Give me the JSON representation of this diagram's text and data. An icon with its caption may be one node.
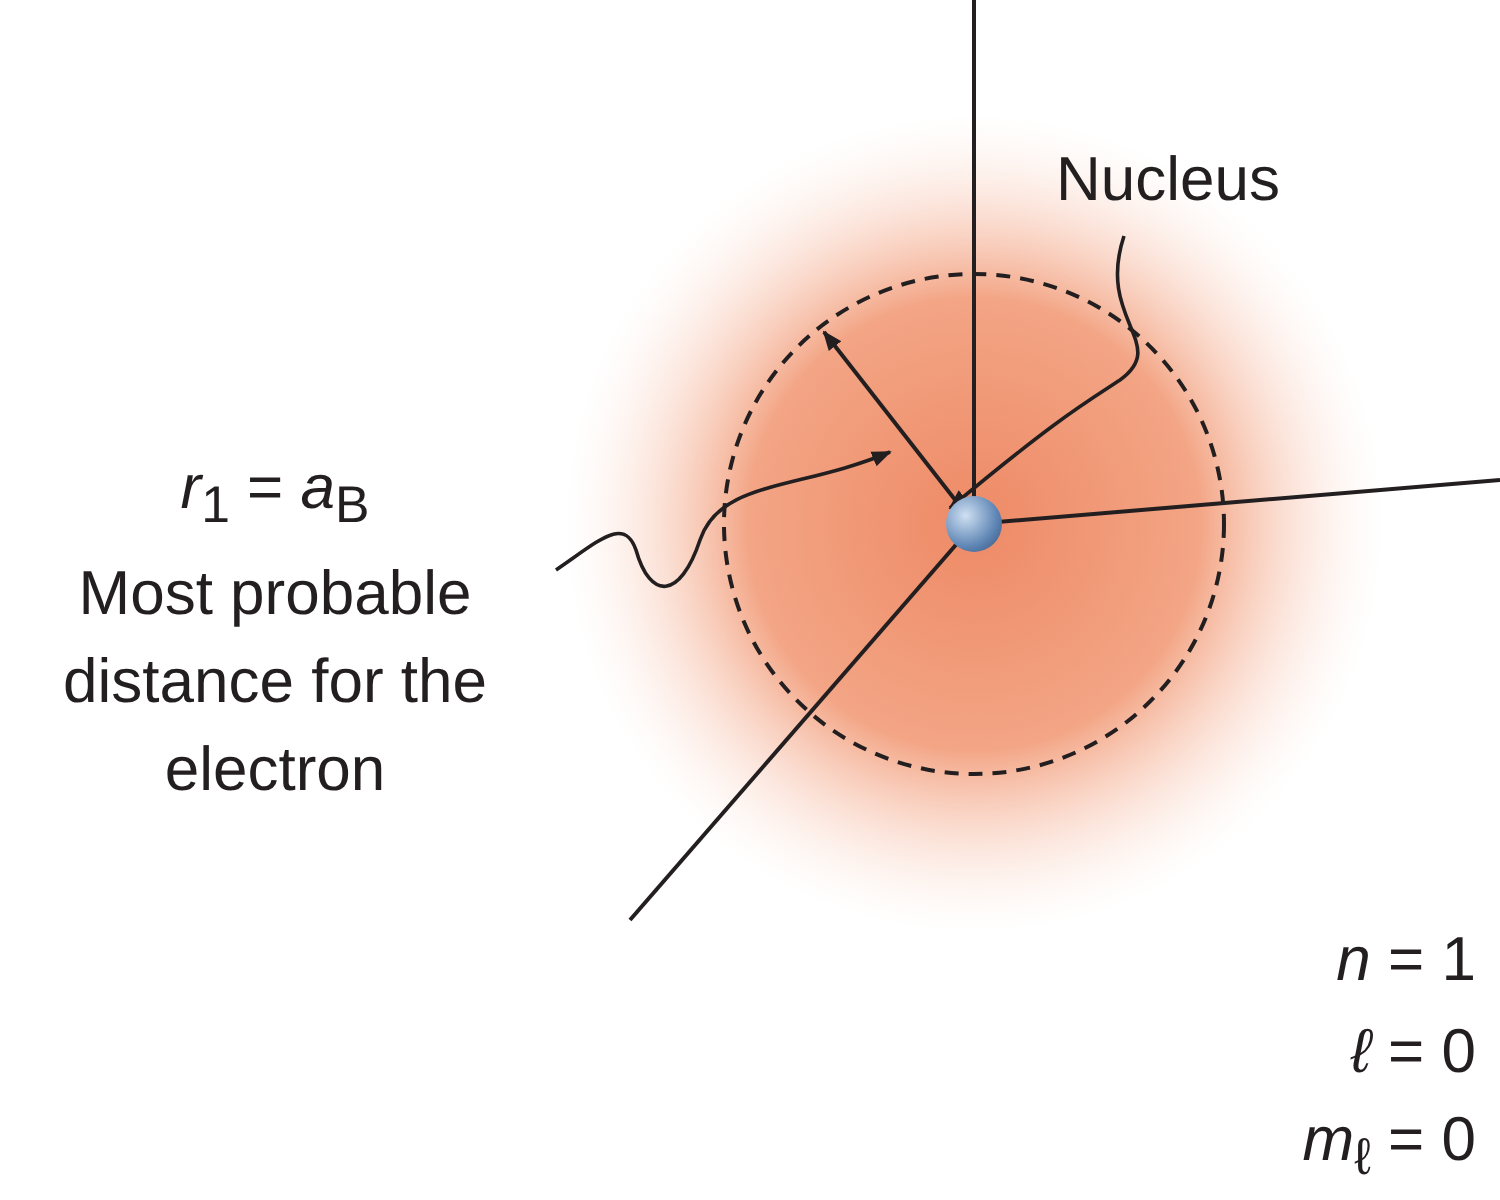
{
  "diagram": {
    "nodes": [
      {
        "text": [
          "*r*$_{1}$ = *a*$_{B}$",
          "Most probable distance for the electron"
        ]
      },
      {
        "text": [
          "Nucleus"
        ]
      },
      {
        "text": [],
        "shape": "circle"
      }
    ],
    "edges": [
      {
        "from": 1,
        "to": 2,
        "arrow": "to"
      },
      {
        "from": 0,
        "to": null,
        "arrow": "to"
      }
    ],
    "labels": [
      "*n* = 1",
      "*ℓ* = 0",
      "*m*$_{ℓ}$ = 0"
    ]
  }
}
